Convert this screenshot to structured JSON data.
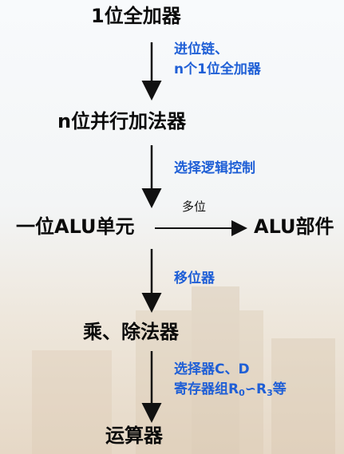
{
  "nodes": {
    "n1": "1位全加器",
    "n2": "n位并行加法器",
    "n3": "一位ALU单元",
    "n4": "ALU部件",
    "n5": "乘、除法器",
    "n6": "运算器"
  },
  "labels": {
    "l1_line1": "进位链、",
    "l1_line2": "n个1位全加器",
    "l2": "选择逻辑控制",
    "l3": "多位",
    "l4": "移位器",
    "l5_line1": "选择器C、D",
    "l5_line2_prefix": "寄存器组R",
    "l5_line2_sub0": "0",
    "l5_line2_tilde": "∽R",
    "l5_line2_sub3": "3",
    "l5_line2_suffix": "等"
  },
  "colors": {
    "node_text": "#0b0b0b",
    "label_text": "#1f5fd6",
    "arrow": "#111111"
  }
}
